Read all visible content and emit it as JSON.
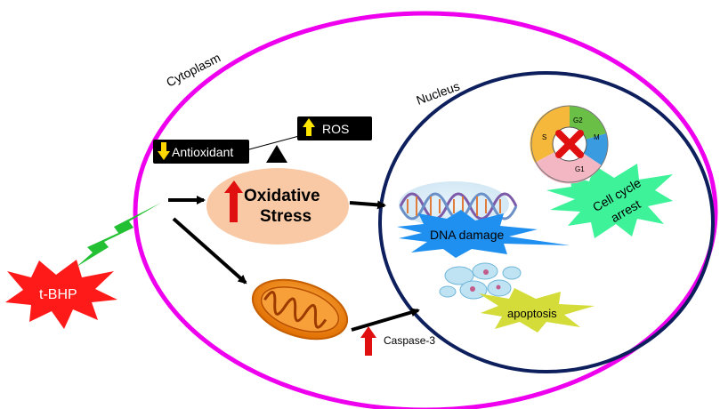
{
  "labels": {
    "cytoplasm": "Cytoplasm",
    "nucleus": "Nucleus",
    "antioxidant": "Antioxidant",
    "ros": "ROS",
    "oxidative_line1": "Oxidative",
    "oxidative_line2": "Stress",
    "tbhp": "t-BHP",
    "dna_damage": "DNA damage",
    "cell_cycle_line1": "Cell cycle",
    "cell_cycle_line2": "arrest",
    "apoptosis": "apoptosis",
    "caspase": "Caspase-3",
    "phase_s": "S",
    "phase_g2": "G2",
    "phase_m": "M",
    "phase_g1": "G1"
  },
  "colors": {
    "cell_membrane": "#ee00ee",
    "nucleus_border": "#0d1f5c",
    "oxidative_ellipse": "#f9c9a6",
    "tbhp_burst": "#ff1a1a",
    "lightning": "#22c032",
    "dna_burst": "#1f8ff0",
    "cell_cycle_burst": "#3ef29a",
    "apoptosis_burst": "#d4dc3a",
    "mitochondrion": "#f08a18",
    "up_arrow": "#e01010",
    "ros_arrow": "#ffe600",
    "antioxidant_arrow": "#ffd700"
  },
  "icons": [
    "lightning-bolt-icon",
    "mitochondrion-icon",
    "dna-helix-icon",
    "cell-cluster-icon",
    "cell-cycle-wheel-icon",
    "red-x-icon"
  ]
}
